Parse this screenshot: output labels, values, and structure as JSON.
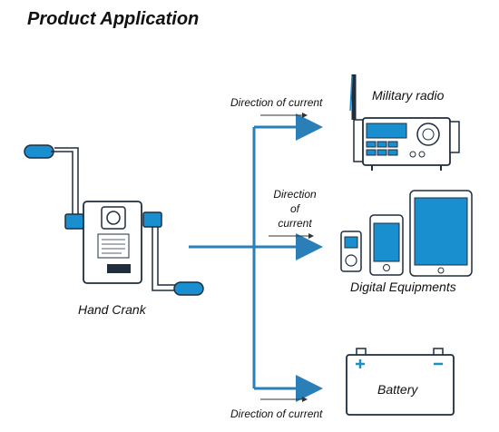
{
  "title": "Product Application",
  "source": {
    "label": "Hand Crank"
  },
  "outputs": {
    "radio": {
      "label": "Military radio"
    },
    "digital": {
      "label": "Digital Equipments"
    },
    "battery": {
      "label": "Battery"
    }
  },
  "direction_labels": {
    "top": "Direction of current",
    "middle_line1": "Direction",
    "middle_line2": "of",
    "middle_line3": "current",
    "bottom": "Direction of current"
  },
  "colors": {
    "accent": "#1a8fd0",
    "line": "#2a7fb8",
    "outline": "#1f2d3d"
  }
}
